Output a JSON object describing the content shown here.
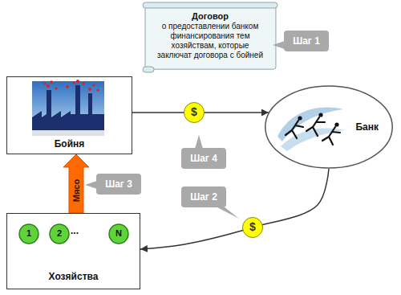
{
  "diagram": {
    "nodes": [
      {
        "text": [
          "Договор",
          "о предоставлении банком финансирования тем хозяйствам, которые заключат договора с бойней"
        ]
      },
      {
        "text": [
          "Шаг 1"
        ]
      },
      {
        "text": [
          "Бойня"
        ]
      },
      {
        "text": [
          "Банк"
        ]
      },
      {
        "text": [
          "Шаг 4"
        ]
      },
      {
        "text": [
          "Шаг 2"
        ]
      },
      {
        "text": [
          "Шаг 3"
        ]
      },
      {
        "text": [
          "Хозяйства"
        ]
      },
      {
        "text": [
          "1"
        ],
        "in": 7
      },
      {
        "text": [
          "2"
        ],
        "in": 7
      },
      {
        "text": [
          "N"
        ],
        "in": 7
      }
    ],
    "edges": [
      {
        "from": 2,
        "to": 3,
        "arrow": "to",
        "label": "$"
      },
      {
        "from": 3,
        "to": 7,
        "arrow": "to",
        "label": "$"
      },
      {
        "from": 7,
        "to": 2,
        "arrow": "to",
        "label": "Мясо"
      }
    ],
    "labels": [
      "..."
    ]
  }
}
